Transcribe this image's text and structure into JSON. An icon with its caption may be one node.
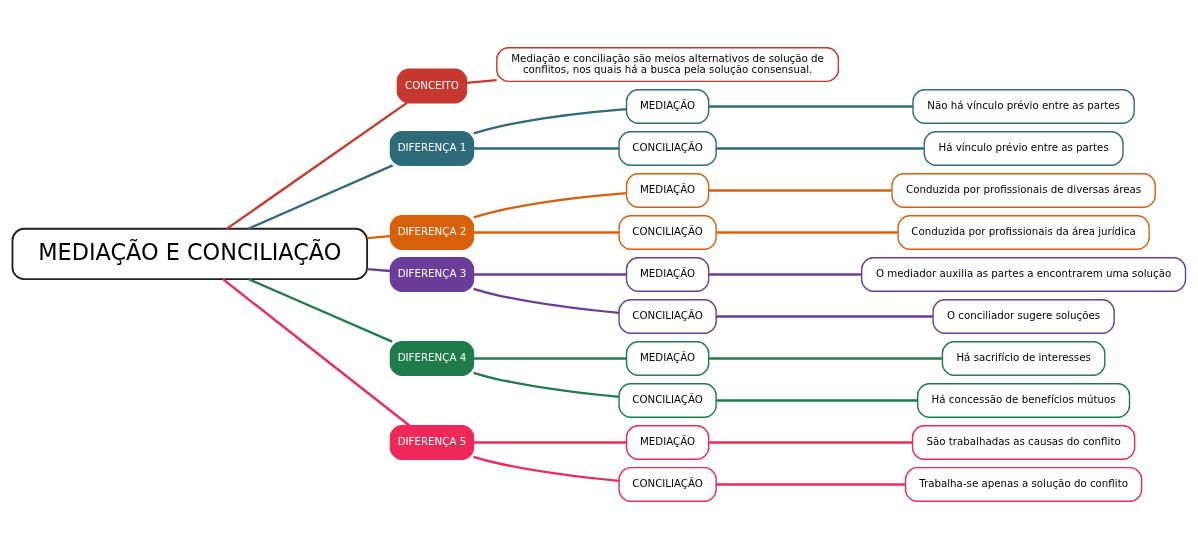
{
  "diagram": {
    "nodes": [
      {
        "text": [
          "MEDIAÇÃO E CONCILIAÇÃO"
        ]
      },
      {
        "text": [
          "CONCEITO"
        ]
      },
      {
        "text": [
          "Mediação e conciliação são meios alternativos de solução de conflitos, nos quais há a busca pela solução consensual."
        ]
      },
      {
        "text": [
          "DIFERENÇA 1"
        ]
      },
      {
        "text": [
          "MEDIAÇÃO"
        ]
      },
      {
        "text": [
          "Não há vínculo prévio entre as partes"
        ]
      },
      {
        "text": [
          "CONCILIAÇÃO"
        ]
      },
      {
        "text": [
          "Há vínculo prévio entre as partes"
        ]
      },
      {
        "text": [
          "DIFERENÇA 2"
        ]
      },
      {
        "text": [
          "MEDIAÇÃO"
        ]
      },
      {
        "text": [
          "Conduzida por profissionais de diversas áreas"
        ]
      },
      {
        "text": [
          "CONCILIAÇÃO"
        ]
      },
      {
        "text": [
          "Conduzida por profissionais da área jurídica"
        ]
      },
      {
        "text": [
          "DIFERENÇA 3"
        ]
      },
      {
        "text": [
          "MEDIAÇÃO"
        ]
      },
      {
        "text": [
          "O mediador auxilia as partes a encontrarem uma solução"
        ]
      },
      {
        "text": [
          "CONCILIAÇÃO"
        ]
      },
      {
        "text": [
          "O conciliador sugere soluções"
        ]
      },
      {
        "text": [
          "DIFERENÇA 4"
        ]
      },
      {
        "text": [
          "MEDIAÇÃO"
        ]
      },
      {
        "text": [
          "Há sacrifício de interesses"
        ]
      },
      {
        "text": [
          "CONCILIAÇÃO"
        ]
      },
      {
        "text": [
          "Há concessão de benefícios mútuos"
        ]
      },
      {
        "text": [
          "DIFERENÇA 5"
        ]
      },
      {
        "text": [
          "MEDIAÇÃO"
        ]
      },
      {
        "text": [
          "São trabalhadas as causas do conflito"
        ]
      },
      {
        "text": [
          "CONCILIAÇÃO"
        ]
      },
      {
        "text": [
          "Trabalha-se apenas a solução do conflito"
        ]
      }
    ],
    "edges": [
      {
        "from": 0,
        "to": 1,
        "arrow": "none",
        "color": "#c8372d"
      },
      {
        "from": 1,
        "to": 2,
        "arrow": "none",
        "color": "#c8372d"
      },
      {
        "from": 0,
        "to": 3,
        "arrow": "none",
        "color": "#2e6b7a"
      },
      {
        "from": 3,
        "to": 4,
        "arrow": "none",
        "color": "#2e6b7a"
      },
      {
        "from": 4,
        "to": 5,
        "arrow": "none",
        "color": "#2e6b7a"
      },
      {
        "from": 3,
        "to": 6,
        "arrow": "none",
        "color": "#2e6b7a"
      },
      {
        "from": 6,
        "to": 7,
        "arrow": "none",
        "color": "#2e6b7a"
      },
      {
        "from": 0,
        "to": 8,
        "arrow": "none",
        "color": "#d9600b"
      },
      {
        "from": 8,
        "to": 9,
        "arrow": "none",
        "color": "#d9600b"
      },
      {
        "from": 9,
        "to": 10,
        "arrow": "none",
        "color": "#d9600b"
      },
      {
        "from": 8,
        "to": 11,
        "arrow": "none",
        "color": "#d9600b"
      },
      {
        "from": 11,
        "to": 12,
        "arrow": "none",
        "color": "#d9600b"
      },
      {
        "from": 0,
        "to": 13,
        "arrow": "none",
        "color": "#6a3d9a"
      },
      {
        "from": 13,
        "to": 14,
        "arrow": "none",
        "color": "#6a3d9a"
      },
      {
        "from": 14,
        "to": 15,
        "arrow": "none",
        "color": "#6a3d9a"
      },
      {
        "from": 13,
        "to": 16,
        "arrow": "none",
        "color": "#6a3d9a"
      },
      {
        "from": 16,
        "to": 17,
        "arrow": "none",
        "color": "#6a3d9a"
      },
      {
        "from": 0,
        "to": 18,
        "arrow": "none",
        "color": "#1e7b4a"
      },
      {
        "from": 18,
        "to": 19,
        "arrow": "none",
        "color": "#1e7b4a"
      },
      {
        "from": 19,
        "to": 20,
        "arrow": "none",
        "color": "#1e7b4a"
      },
      {
        "from": 18,
        "to": 21,
        "arrow": "none",
        "color": "#1e7b4a"
      },
      {
        "from": 21,
        "to": 22,
        "arrow": "none",
        "color": "#1e7b4a"
      },
      {
        "from": 0,
        "to": 23,
        "arrow": "none",
        "color": "#f0285a"
      },
      {
        "from": 23,
        "to": 24,
        "arrow": "none",
        "color": "#f0285a"
      },
      {
        "from": 24,
        "to": 25,
        "arrow": "none",
        "color": "#f0285a"
      },
      {
        "from": 23,
        "to": 26,
        "arrow": "none",
        "color": "#f0285a"
      },
      {
        "from": 26,
        "to": 27,
        "arrow": "none",
        "color": "#f0285a"
      }
    ]
  }
}
